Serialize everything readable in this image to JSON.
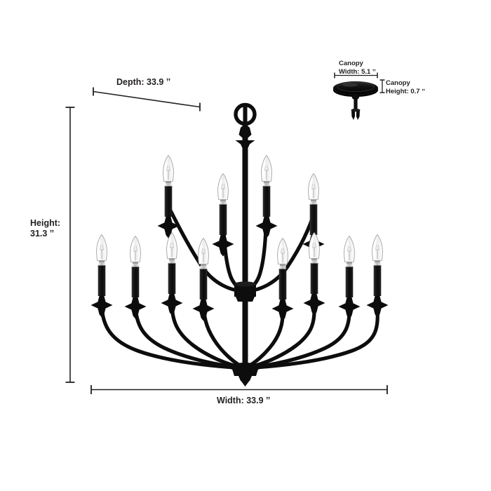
{
  "product": {
    "name": "chandelier",
    "finish_color": "#111111",
    "background_color": "#ffffff",
    "tiers": 2,
    "total_lights": 12,
    "upper_tier_lights": 4,
    "lower_tier_lights": 8
  },
  "dimensions": {
    "depth": {
      "label": "Depth: 33.9 ˮ",
      "value": 33.9,
      "unit": "in"
    },
    "height": {
      "label": "Height:\n31.3 ˮ",
      "value": 31.3,
      "unit": "in"
    },
    "width": {
      "label": "Width: 33.9 ˮ",
      "value": 33.9,
      "unit": "in"
    },
    "canopy_width": {
      "label": "Canopy\nWidth: 5.1 ˮ",
      "value": 5.1,
      "unit": "in"
    },
    "canopy_height": {
      "label": "Canopy\nHeight: 0.7 ˮ",
      "value": 0.7,
      "unit": "in"
    }
  },
  "annotation_style": {
    "line_color": "#231f20",
    "text_color": "#231f20"
  },
  "chart_data": {
    "type": "diagram",
    "title": "Chandelier dimension diagram",
    "measurements": [
      {
        "name": "Depth",
        "value": 33.9,
        "unit": "in",
        "label": "Depth: 33.9 ˮ"
      },
      {
        "name": "Height",
        "value": 31.3,
        "unit": "in",
        "label": "Height: 31.3 ˮ"
      },
      {
        "name": "Width",
        "value": 33.9,
        "unit": "in",
        "label": "Width: 33.9 ˮ"
      },
      {
        "name": "Canopy Width",
        "value": 5.1,
        "unit": "in",
        "label": "Canopy Width: 5.1 ˮ"
      },
      {
        "name": "Canopy Height",
        "value": 0.7,
        "unit": "in",
        "label": "Canopy Height: 0.7 ˮ"
      }
    ]
  }
}
